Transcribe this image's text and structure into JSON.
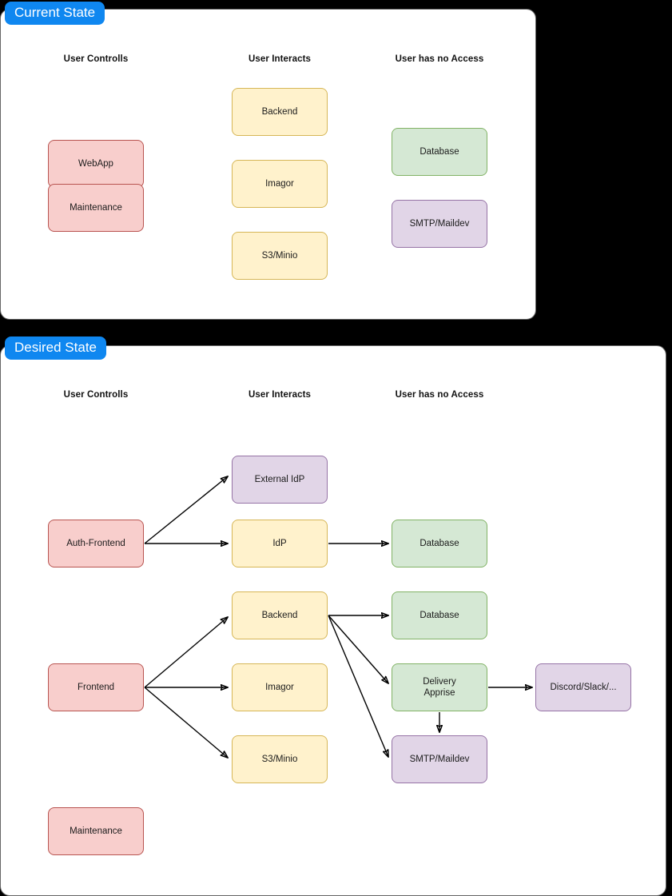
{
  "panels": [
    {
      "id": "current",
      "tab_label": "Current State",
      "columns": [
        {
          "label": "User Controlls"
        },
        {
          "label": "User Interacts"
        },
        {
          "label": "User has no Access"
        }
      ],
      "nodes": [
        {
          "key": "webapp",
          "label": "WebApp",
          "color": "red"
        },
        {
          "key": "maintenance",
          "label": "Maintenance",
          "color": "red"
        },
        {
          "key": "backend",
          "label": "Backend",
          "color": "yellow"
        },
        {
          "key": "imagor",
          "label": "Imagor",
          "color": "yellow"
        },
        {
          "key": "s3minio",
          "label": "S3/Minio",
          "color": "yellow"
        },
        {
          "key": "database",
          "label": "Database",
          "color": "green"
        },
        {
          "key": "smtp",
          "label": "SMTP/Maildev",
          "color": "purple"
        }
      ]
    },
    {
      "id": "desired",
      "tab_label": "Desired State",
      "columns": [
        {
          "label": "User Controlls"
        },
        {
          "label": "User Interacts"
        },
        {
          "label": "User has no Access"
        }
      ],
      "nodes": [
        {
          "key": "auth_frontend",
          "label": "Auth-Frontend",
          "color": "red"
        },
        {
          "key": "external_idp",
          "label": "External IdP",
          "color": "purple"
        },
        {
          "key": "idp",
          "label": "IdP",
          "color": "yellow"
        },
        {
          "key": "database_idp",
          "label": "Database",
          "color": "green"
        },
        {
          "key": "frontend",
          "label": "Frontend",
          "color": "red"
        },
        {
          "key": "backend",
          "label": "Backend",
          "color": "yellow"
        },
        {
          "key": "imagor",
          "label": "Imagor",
          "color": "yellow"
        },
        {
          "key": "s3minio",
          "label": "S3/Minio",
          "color": "yellow"
        },
        {
          "key": "database_main",
          "label": "Database",
          "color": "green"
        },
        {
          "key": "delivery",
          "label": "Delivery\nApprise",
          "color": "green"
        },
        {
          "key": "smtp",
          "label": "SMTP/Maildev",
          "color": "purple"
        },
        {
          "key": "discord",
          "label": "Discord/Slack/...",
          "color": "purple"
        },
        {
          "key": "maintenance",
          "label": "Maintenance",
          "color": "red"
        }
      ],
      "edges": [
        {
          "from": "auth_frontend",
          "to": "external_idp"
        },
        {
          "from": "auth_frontend",
          "to": "idp"
        },
        {
          "from": "idp",
          "to": "database_idp"
        },
        {
          "from": "frontend",
          "to": "backend"
        },
        {
          "from": "frontend",
          "to": "imagor"
        },
        {
          "from": "frontend",
          "to": "s3minio"
        },
        {
          "from": "backend",
          "to": "database_main"
        },
        {
          "from": "backend",
          "to": "delivery"
        },
        {
          "from": "backend",
          "to": "smtp"
        },
        {
          "from": "delivery",
          "to": "smtp"
        },
        {
          "from": "delivery",
          "to": "discord"
        }
      ]
    }
  ],
  "colors": {
    "tab_background": "#0f87f0",
    "tab_text": "#ffffff",
    "panel_background": "#ffffff",
    "panel_border": "#666666",
    "canvas_background": "#000000",
    "red_fill": "#f8cecc",
    "red_stroke": "#b85450",
    "yellow_fill": "#fff2cc",
    "yellow_stroke": "#d6b656",
    "green_fill": "#d5e8d4",
    "green_stroke": "#82b366",
    "purple_fill": "#e1d5e7",
    "purple_stroke": "#9673a6",
    "edge_stroke": "#000000"
  }
}
